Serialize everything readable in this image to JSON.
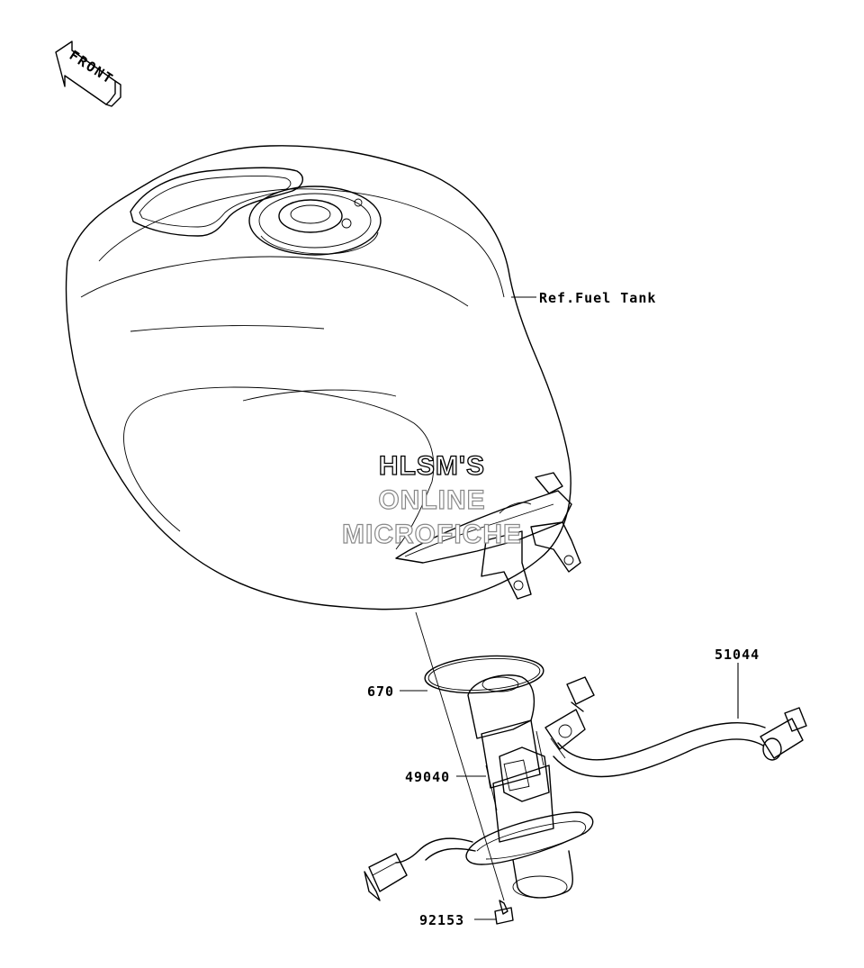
{
  "front_marker": {
    "text": "FRONT"
  },
  "watermark": {
    "line1": "HLSM'S",
    "line2": "ONLINE",
    "line3": "MICROFICHE"
  },
  "callouts": {
    "fuel_tank_ref": "Ref.Fuel Tank",
    "hose": "51044",
    "gasket": "670",
    "pump": "49040",
    "bolt": "92153"
  }
}
